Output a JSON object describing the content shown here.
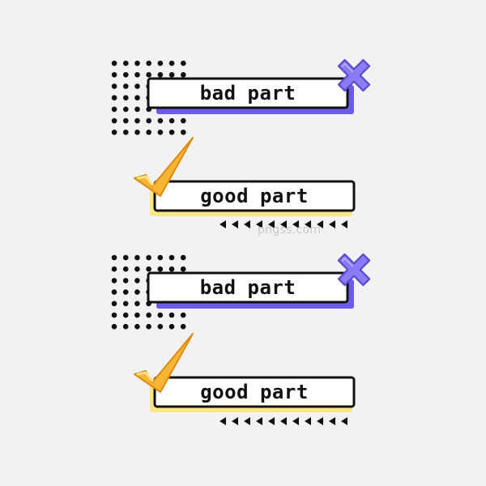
{
  "labels": {
    "bad": "bad part",
    "good": "good part"
  },
  "watermark": "pngss.com",
  "colors": {
    "background": "#f2f2f2",
    "bad_shadow": "#6b5ce7",
    "good_shadow": "#fde784",
    "x_mark": "#8b7cf6",
    "checkmark": "#f7b632",
    "outline": "#111111"
  },
  "icons": {
    "bad": "x-mark-icon",
    "good": "checkmark-icon",
    "pattern": "dot-grid-pattern",
    "arrows": "arrow-row-icon"
  }
}
